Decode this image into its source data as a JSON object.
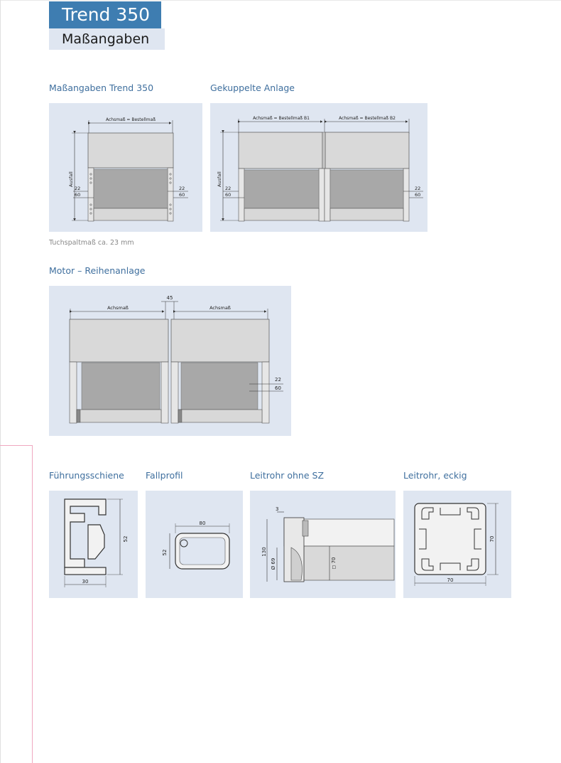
{
  "header": {
    "title": "Trend 350",
    "subtitle": "Maßangaben"
  },
  "sections": {
    "trend": {
      "heading": "Maßangaben Trend 350",
      "achsmass": "Achsmaß = Bestellmaß",
      "ausfall": "Ausfall",
      "d22": "22",
      "d60": "60"
    },
    "gekuppelt": {
      "heading": "Gekuppelte Anlage",
      "b1": "Achsmaß = Bestellmaß B1",
      "b2": "Achsmaß = Bestellmaß B2",
      "ausfall": "Ausfall",
      "d22": "22",
      "d60": "60"
    },
    "caption": "Tuchspaltmaß ca. 23 mm",
    "motor": {
      "heading": "Motor – Reihenanlage",
      "achsmass_left": "Achsmaß",
      "achsmass_right": "Achsmaß",
      "d45": "45",
      "d22": "22",
      "d60": "60"
    }
  },
  "profiles": {
    "fuehrung": {
      "heading": "Führungsschiene",
      "h": "52",
      "w": "30"
    },
    "fall": {
      "heading": "Fallprofil",
      "w": "80",
      "h": "52"
    },
    "leitrohr": {
      "heading": "Leitrohr ohne SZ",
      "d3": "3",
      "d130": "130",
      "d69": "Ø 69",
      "d70": "◻ 70"
    },
    "eckig": {
      "heading": "Leitrohr, eckig",
      "h": "70",
      "w": "70"
    }
  }
}
